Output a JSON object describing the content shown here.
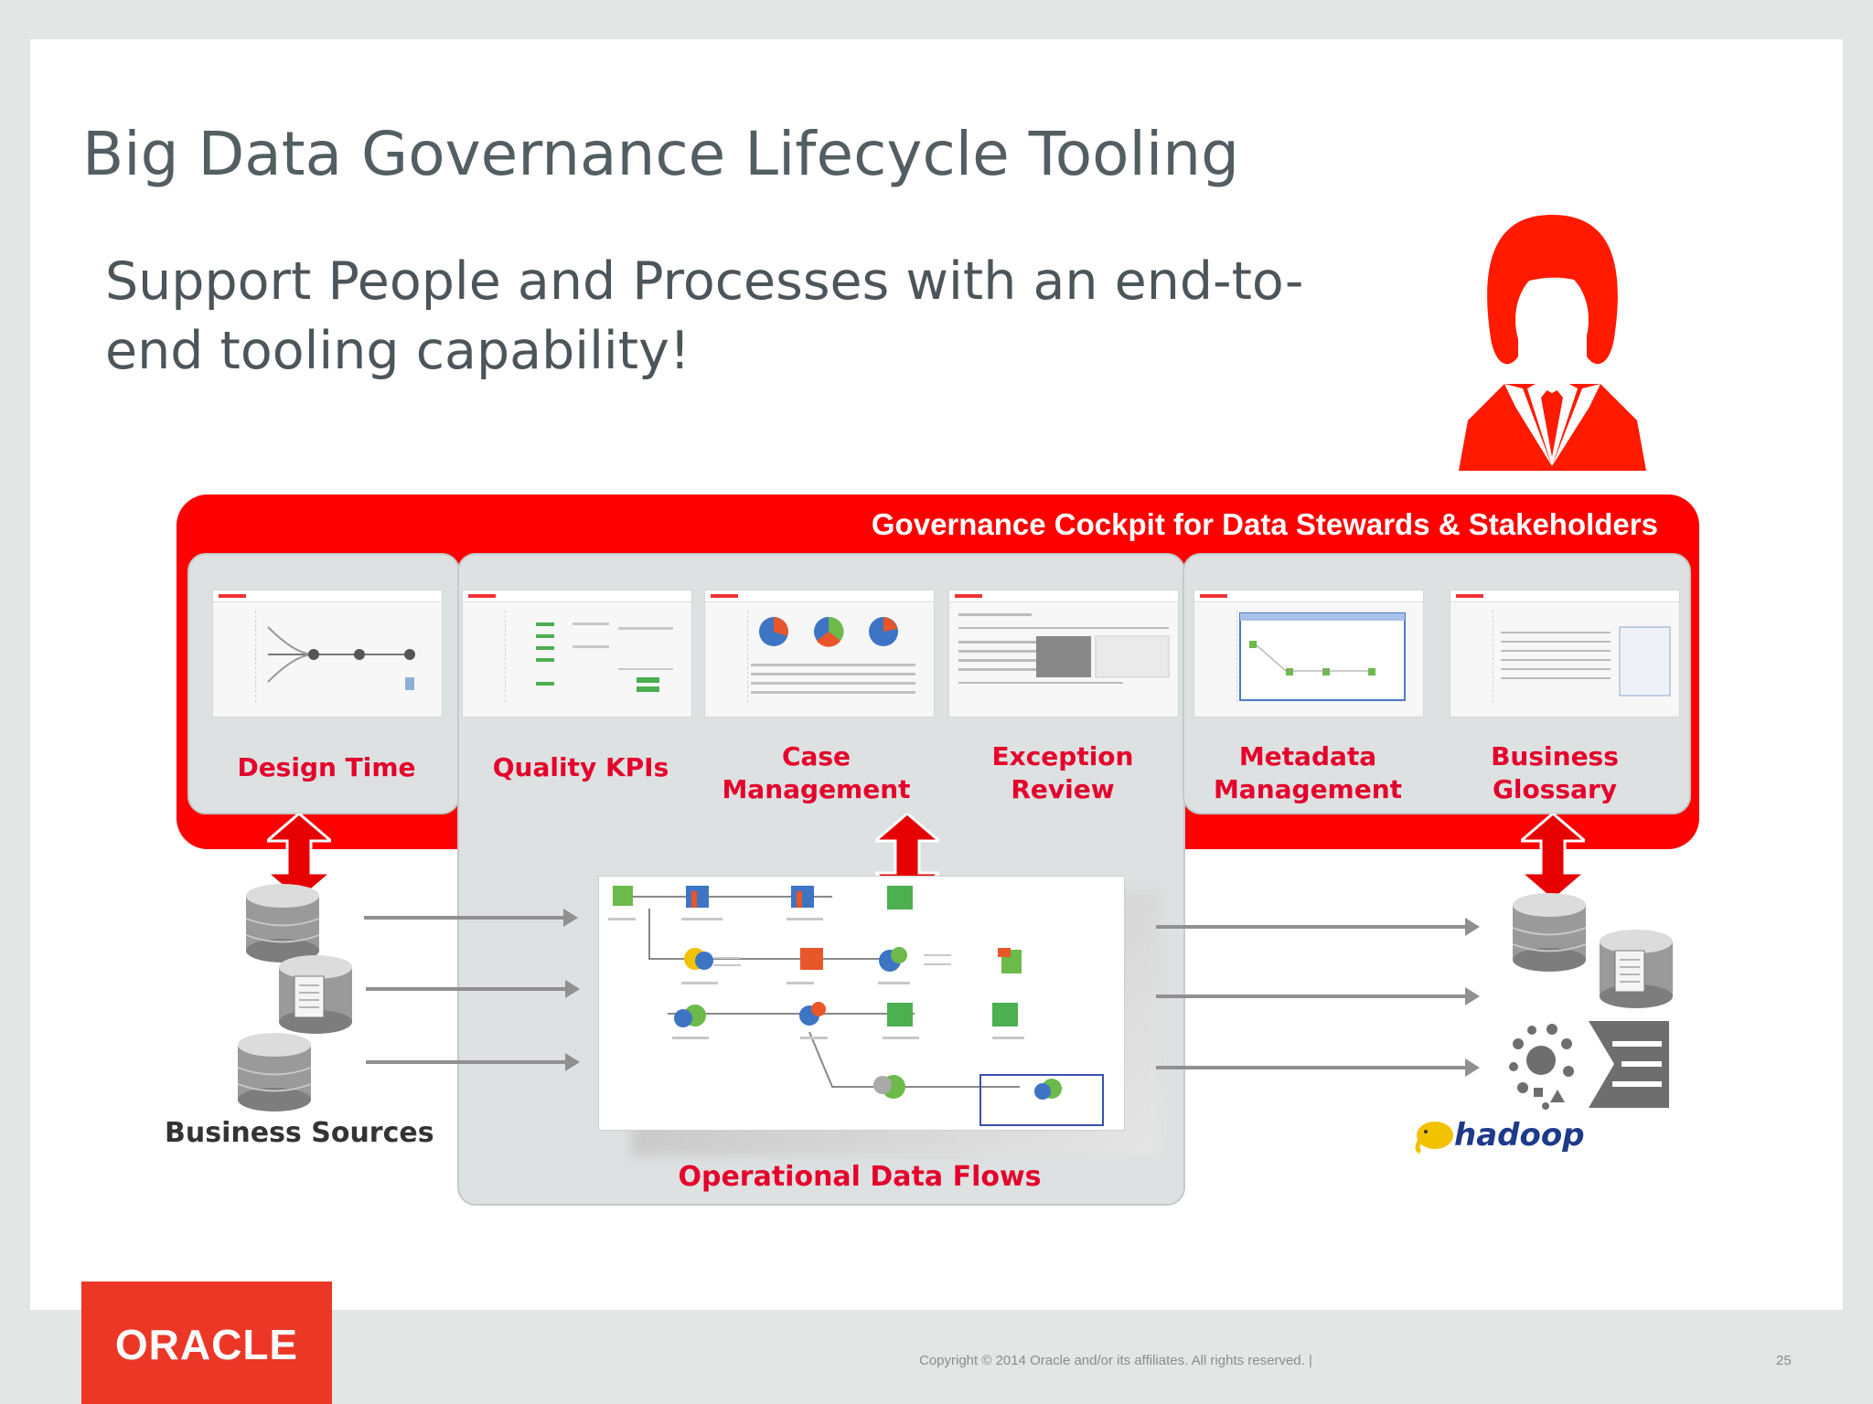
{
  "slide": {
    "title": "Big Data Governance Lifecycle Tooling",
    "subtitle": "Support People and Processes with an end-to-end tooling capability!"
  },
  "cockpit": {
    "title": "Governance Cockpit for Data Stewards & Stakeholders",
    "tools": [
      {
        "label": "Design Time"
      },
      {
        "label": "Quality KPIs"
      },
      {
        "label": "Case Management"
      },
      {
        "label": "Exception Review"
      },
      {
        "label": "Metadata Management"
      },
      {
        "label": "Business Glossary"
      }
    ]
  },
  "sources": {
    "label": "Business Sources"
  },
  "flows": {
    "label": "Operational Data Flows"
  },
  "targets": {
    "hadoop_logo_text": "hadoop"
  },
  "footer": {
    "brand": "ORACLE",
    "copyright": "Copyright © 2014 Oracle and/or its affiliates. All rights reserved.  |",
    "page_number": "25"
  },
  "colors": {
    "accent": "#ff0000",
    "label_red": "#e4002b",
    "panel": "#dde1e1",
    "brand_box": "#ec3727"
  }
}
